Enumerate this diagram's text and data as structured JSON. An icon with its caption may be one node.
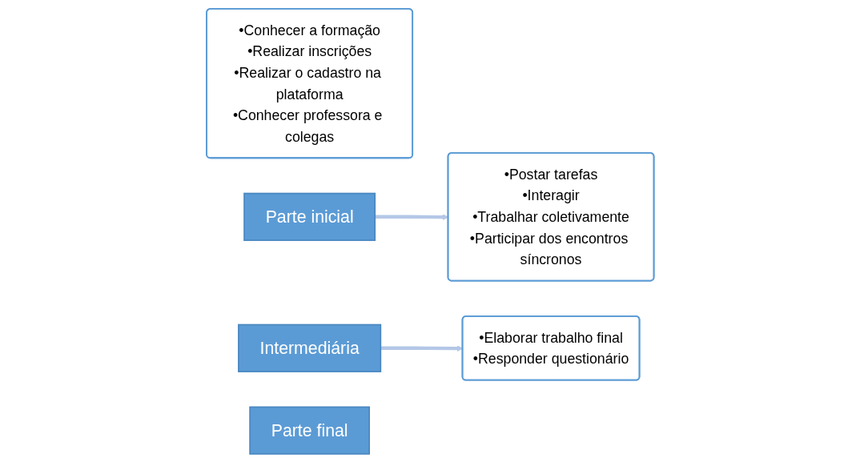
{
  "diagram": {
    "nodes": [
      {
        "text": [
          "•Conhecer a formação",
          "•Realizar inscrições",
          "•Realizar o cadastro na plataforma",
          "•Conhecer professora e colegas"
        ]
      },
      {
        "text": [
          "Parte inicial"
        ]
      },
      {
        "text": [
          "Intermediária"
        ]
      },
      {
        "text": [
          "•Postar tarefas",
          "•Interagir",
          "•Trabalhar coletivamente",
          "•Participar dos encontros síncronos"
        ]
      },
      {
        "text": [
          "•Elaborar trabalho final",
          "•Responder questionário"
        ]
      },
      {
        "text": [
          "Parte final"
        ]
      }
    ],
    "edges": [
      {
        "from": 1,
        "to": 3,
        "arrow": "to"
      },
      {
        "from": 2,
        "to": 4,
        "arrow": "to"
      }
    ]
  }
}
